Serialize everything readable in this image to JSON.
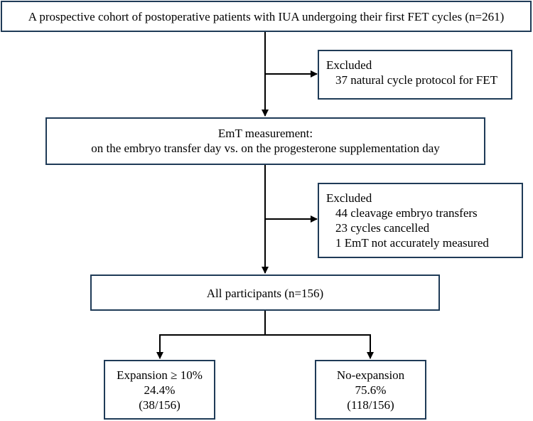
{
  "cohort": {
    "text": "A prospective cohort of postoperative patients with IUA undergoing their first FET cycles (n=261)"
  },
  "excluded1": {
    "title": "Excluded",
    "items": [
      "37 natural cycle protocol for FET"
    ]
  },
  "measurement": {
    "line1": "EmT measurement:",
    "line2": "on the embryo transfer day vs. on the progesterone supplementation day"
  },
  "excluded2": {
    "title": "Excluded",
    "items": [
      "44 cleavage embryo transfers",
      "23 cycles cancelled",
      "1 EmT not accurately measured"
    ]
  },
  "participants": {
    "text": "All participants (n=156)"
  },
  "expansion": {
    "label": "Expansion ≥ 10%",
    "percent": "24.4%",
    "count": "(38/156)"
  },
  "no_expansion": {
    "label": "No-expansion",
    "percent": "75.6%",
    "count": "(118/156)"
  },
  "colors": {
    "box_border": "#1f3b57",
    "arrow": "#000000"
  }
}
